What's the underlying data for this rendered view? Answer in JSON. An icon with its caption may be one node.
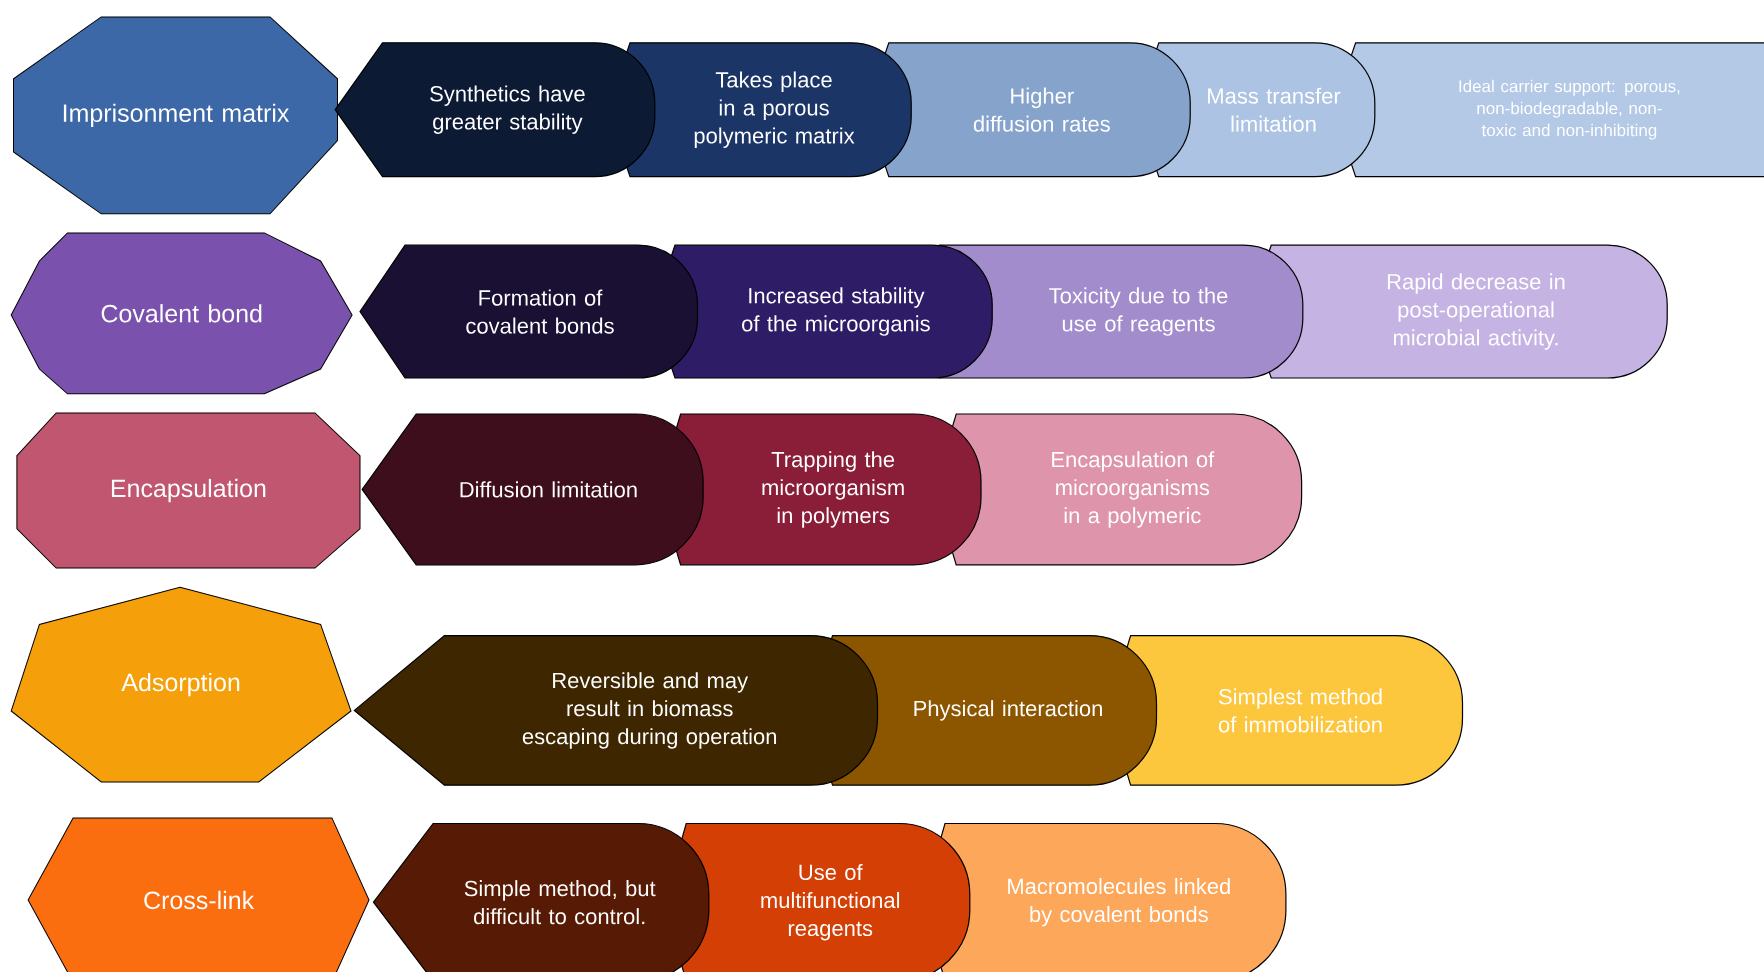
{
  "diagram": {
    "nodes": [
      {
        "text": [
          "Imprisonment matrix"
        ]
      },
      {
        "text": [
          "Synthetics have greater stability"
        ]
      },
      {
        "text": [
          "Takes place in a porous polymeric matrix"
        ]
      },
      {
        "text": [
          "Higher diffusion rates"
        ]
      },
      {
        "text": [
          "Mass transfer limitation"
        ]
      },
      {
        "text": [
          "Ideal carrier support: porous, non-biodegradable, non-toxic and non-inhibiting"
        ]
      },
      {
        "text": [
          "Covalent bond"
        ]
      },
      {
        "text": [
          "Formation of covalent bonds"
        ]
      },
      {
        "text": [
          "Increased stability of the microorganis"
        ]
      },
      {
        "text": [
          "Toxicity due to the use of reagents"
        ]
      },
      {
        "text": [
          "Rapid decrease in post-operational microbial activity."
        ]
      },
      {
        "text": [
          "Encapsulation"
        ]
      },
      {
        "text": [
          "Diffusion limitation"
        ]
      },
      {
        "text": [
          "Trapping the microorganism in polymers"
        ]
      },
      {
        "text": [
          "Encapsulation of microorganisms in a polymeric"
        ]
      },
      {
        "text": [
          "Adsorption"
        ]
      },
      {
        "text": [
          "Reversible and may result in biomass escaping during operation"
        ]
      },
      {
        "text": [
          "Physical interaction"
        ]
      },
      {
        "text": [
          "Simplest method of immobilization"
        ]
      },
      {
        "text": [
          "Cross-link"
        ]
      },
      {
        "text": [
          "Simple method, but difficult to control."
        ]
      },
      {
        "text": [
          "Use of multifunctional reagents"
        ]
      },
      {
        "text": [
          "Macromolecules linked by covalent bonds"
        ]
      }
    ]
  }
}
